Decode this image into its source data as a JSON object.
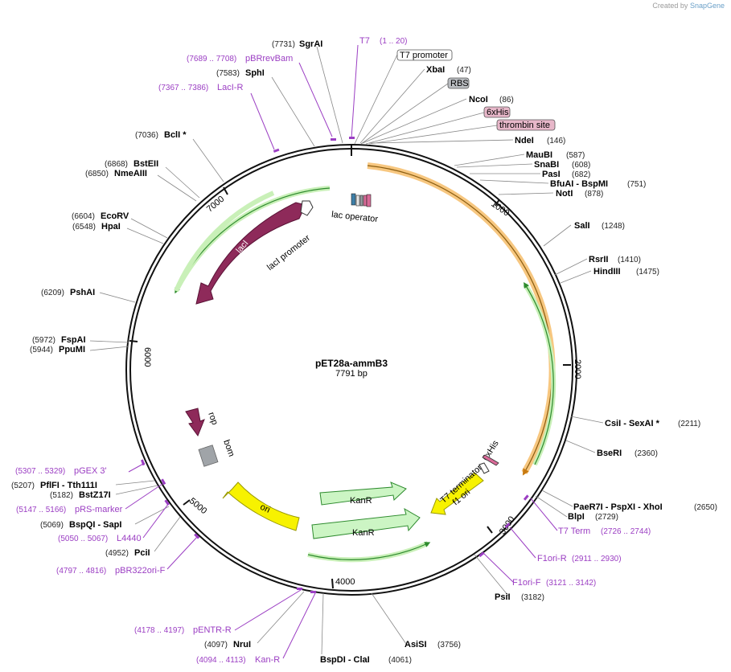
{
  "credit": {
    "prefix": "Created by",
    "brand": "SnapGene"
  },
  "plasmid": {
    "name": "pET28a-ammB3",
    "length": "7791 bp"
  },
  "ticks": [
    "1000",
    "2000",
    "3000",
    "4000",
    "5000",
    "6000",
    "7000"
  ],
  "features": {
    "laci": "lacI",
    "laci_promoter": "lacI promoter",
    "lac_operator": "lac operator",
    "rop": "rop",
    "bom": "bom",
    "ori": "ori",
    "kanr_1": "KanR",
    "kanr_2": "KanR",
    "f1ori": "f1 ori",
    "t7_terminator": "T7 terminator",
    "his_tag_c": "6xHis"
  },
  "boxed_labels": {
    "t7_promoter": "T7 promoter",
    "rbs": "RBS",
    "his6": "6xHis",
    "thrombin": "thrombin site"
  },
  "enzymes": [
    {
      "name": "SgrAI",
      "pos": "(7731)"
    },
    {
      "name": "SphI",
      "pos": "(7583)"
    },
    {
      "name": "BclI *",
      "pos": "(7036)"
    },
    {
      "name": "BstEII",
      "pos": "(6868)"
    },
    {
      "name": "NmeAIII",
      "pos": "(6850)"
    },
    {
      "name": "EcoRV",
      "pos": "(6604)"
    },
    {
      "name": "HpaI",
      "pos": "(6548)"
    },
    {
      "name": "PshAI",
      "pos": "(6209)"
    },
    {
      "name": "FspAI",
      "pos": "(5972)"
    },
    {
      "name": "PpuMI",
      "pos": "(5944)"
    },
    {
      "name": "PflFI - Tth111I",
      "pos": "(5207)"
    },
    {
      "name": "BstZ17I",
      "pos": "(5182)"
    },
    {
      "name": "BspQI - SapI",
      "pos": "(5069)"
    },
    {
      "name": "PciI",
      "pos": "(4952)"
    },
    {
      "name": "NruI",
      "pos": "(4097)"
    },
    {
      "name": "BspDI - ClaI",
      "pos": "(4061)"
    },
    {
      "name": "AsiSI",
      "pos": "(3756)"
    },
    {
      "name": "PsiI",
      "pos": "(3182)"
    },
    {
      "name": "PaeR7I - PspXI - XhoI",
      "pos": "(2650)"
    },
    {
      "name": "BlpI",
      "pos": "(2729)"
    },
    {
      "name": "BseRI",
      "pos": "(2360)"
    },
    {
      "name": "CsiI - SexAI *",
      "pos": "(2211)"
    },
    {
      "name": "HindIII",
      "pos": "(1475)"
    },
    {
      "name": "RsrII",
      "pos": "(1410)"
    },
    {
      "name": "SalI",
      "pos": "(1248)"
    },
    {
      "name": "NotI",
      "pos": "(878)"
    },
    {
      "name": "BfuAI - BspMI",
      "pos": "(751)"
    },
    {
      "name": "PasI",
      "pos": "(682)"
    },
    {
      "name": "SnaBI",
      "pos": "(608)"
    },
    {
      "name": "MauBI",
      "pos": "(587)"
    },
    {
      "name": "NdeI",
      "pos": "(146)"
    },
    {
      "name": "NcoI",
      "pos": "(86)"
    },
    {
      "name": "XbaI",
      "pos": "(47)"
    }
  ],
  "primers": [
    {
      "name": "T7",
      "range": "(1 .. 20)"
    },
    {
      "name": "pBRrevBam",
      "range": "(7689 .. 7708)"
    },
    {
      "name": "LacI-R",
      "range": "(7367 .. 7386)"
    },
    {
      "name": "pGEX 3'",
      "range": "(5307 .. 5329)"
    },
    {
      "name": "pRS-marker",
      "range": "(5147 .. 5166)"
    },
    {
      "name": "L4440",
      "range": "(5050 .. 5067)"
    },
    {
      "name": "pBR322ori-F",
      "range": "(4797 .. 4816)"
    },
    {
      "name": "pENTR-R",
      "range": "(4178 .. 4197)"
    },
    {
      "name": "Kan-R",
      "range": "(4094 .. 4113)"
    },
    {
      "name": "T7 Term",
      "range": "(2726 .. 2744)"
    },
    {
      "name": "F1ori-R",
      "range": "(2911 .. 2930)"
    },
    {
      "name": "F1ori-F",
      "range": "(3121 .. 3142)"
    }
  ],
  "colors": {
    "backbone": "#111111",
    "insert_orange": "#f5a623",
    "green_fill": "#ccf5c4",
    "green_stroke": "#2e8b2e",
    "lacI": "#8e2a5a",
    "rop": "#8e2a5a",
    "ori": "#f7f200",
    "bom": "#a0a4a8",
    "primer": "#9b3ec3",
    "thrombin": "#e7b7c9",
    "rbs": "#b9bcc0"
  }
}
